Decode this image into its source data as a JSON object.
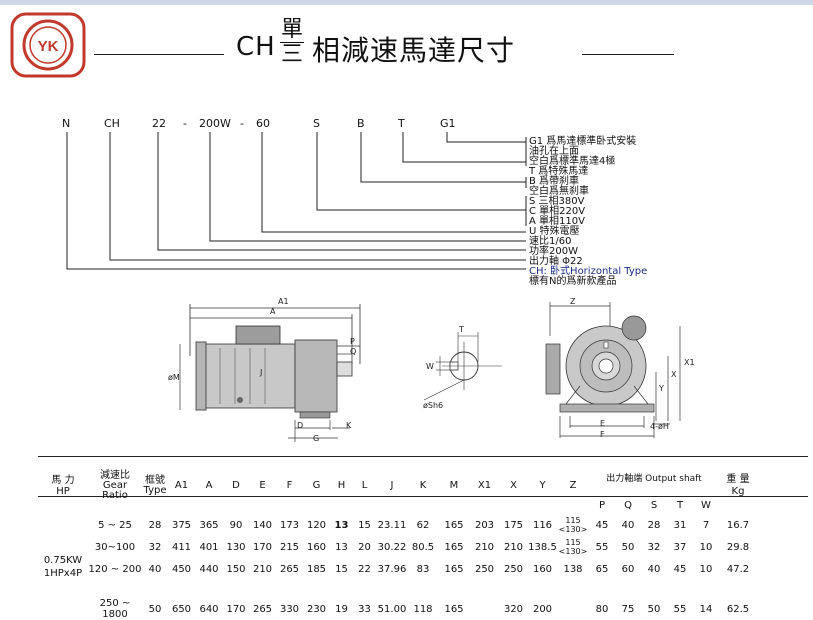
{
  "logo": {
    "text": "YK"
  },
  "title": {
    "prefix": "CH",
    "stack_top": "單",
    "stack_bottom": "三",
    "main": "相減速馬達尺寸"
  },
  "model_code": [
    "N",
    "CH",
    "22",
    "-",
    "200W",
    "-",
    "60",
    "S",
    "B",
    "T",
    "G1"
  ],
  "annotations": [
    "G1 爲馬達標準卧式安裝",
    "油孔在上面",
    "空白爲標準馬達4極",
    "T 爲特殊馬達",
    "B  爲帶刹車",
    "空白爲無刹車",
    "S  三相380V",
    "C  單相220V",
    "A  單相110V",
    "U  特殊電壓",
    "速比1/60",
    "功率200W",
    "出力軸 Φ22",
    "CH:  卧式Horizontal Type",
    "標有N的爲新款產品"
  ],
  "drawing_labels": {
    "a1": "A1",
    "a": "A",
    "m": "øM",
    "j": "J",
    "p": "P",
    "q": "Q",
    "d": "D",
    "g": "G",
    "k": "K",
    "t": "T",
    "w": "W",
    "sh6": "øSh6",
    "z": "Z",
    "x1": "X1",
    "x": "X",
    "y": "Y",
    "e": "E",
    "f": "F",
    "h": "4-øH"
  },
  "table": {
    "headers": {
      "hp": "馬  力\nHP",
      "ratio": "減速比\nGear\nRatio",
      "type": "框號\nType",
      "cols": [
        "A1",
        "A",
        "D",
        "E",
        "F",
        "G",
        "H",
        "L",
        "J",
        "K",
        "M",
        "X1",
        "X",
        "Y",
        "Z"
      ],
      "output_shaft": "出力軸端 Output shaft",
      "shaft_cols": [
        "P",
        "Q",
        "S",
        "T",
        "W"
      ],
      "weight": "重  量\nKg"
    },
    "hp_value": "0.75KW\n1HPx4P",
    "rows": [
      {
        "ratio": "5 ~ 25",
        "type": "28",
        "vals": [
          "375",
          "365",
          "90",
          "140",
          "173",
          "120",
          "13",
          "15",
          "23.11",
          "62",
          "165",
          "203",
          "175",
          "116"
        ],
        "z": [
          "115",
          "<130>"
        ],
        "shaft": [
          "45",
          "40",
          "28",
          "31",
          "7"
        ],
        "kg": "16.7"
      },
      {
        "ratio": "30~100",
        "type": "32",
        "vals": [
          "411",
          "401",
          "130",
          "170",
          "215",
          "160",
          "13",
          "20",
          "30.22",
          "80.5",
          "165",
          "210",
          "210",
          "138.5"
        ],
        "z": [
          "115",
          "<130>"
        ],
        "shaft": [
          "55",
          "50",
          "32",
          "37",
          "10"
        ],
        "kg": "29.8"
      },
      {
        "ratio": "120 ~ 200",
        "type": "40",
        "vals": [
          "450",
          "440",
          "150",
          "210",
          "265",
          "185",
          "15",
          "22",
          "37.96",
          "83",
          "165",
          "250",
          "250",
          "160"
        ],
        "z": [
          "138"
        ],
        "shaft": [
          "65",
          "60",
          "40",
          "45",
          "10"
        ],
        "kg": "47.2"
      },
      {
        "ratio": "250 ~ 1800",
        "type": "50",
        "vals": [
          "650",
          "640",
          "170",
          "265",
          "330",
          "230",
          "19",
          "33",
          "51.00",
          "118",
          "165",
          "",
          "320",
          "200"
        ],
        "z": [
          ""
        ],
        "shaft": [
          "80",
          "75",
          "50",
          "55",
          "14"
        ],
        "kg": "62.5"
      }
    ]
  }
}
